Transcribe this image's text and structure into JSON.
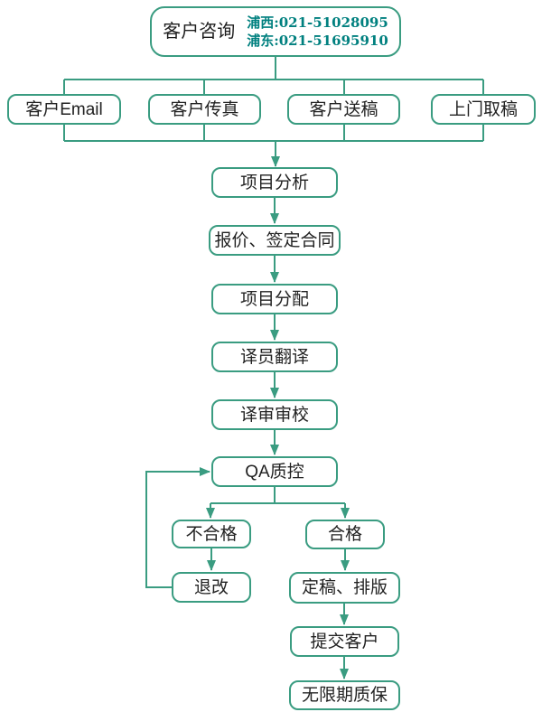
{
  "colors": {
    "line": "#3a9c81",
    "box_border": "#3a9c81",
    "box_bg": "#ffffff",
    "text": "#222222",
    "phone_text": "#00807f"
  },
  "flow": {
    "consult": {
      "label": "客户咨询",
      "phone_puxi": "浦西:021-51028095",
      "phone_pudong": "浦东:021-51695910"
    },
    "channels": [
      "客户Email",
      "客户传真",
      "客户送稿",
      "上门取稿"
    ],
    "steps": [
      "项目分析",
      "报价、签定合同",
      "项目分配",
      "译员翻译",
      "译审审校",
      "QA质控"
    ],
    "branch": {
      "fail": "不合格",
      "redo": "退改",
      "pass": "合格"
    },
    "final_steps": [
      "定稿、排版",
      "提交客户",
      "无限期质保"
    ]
  }
}
